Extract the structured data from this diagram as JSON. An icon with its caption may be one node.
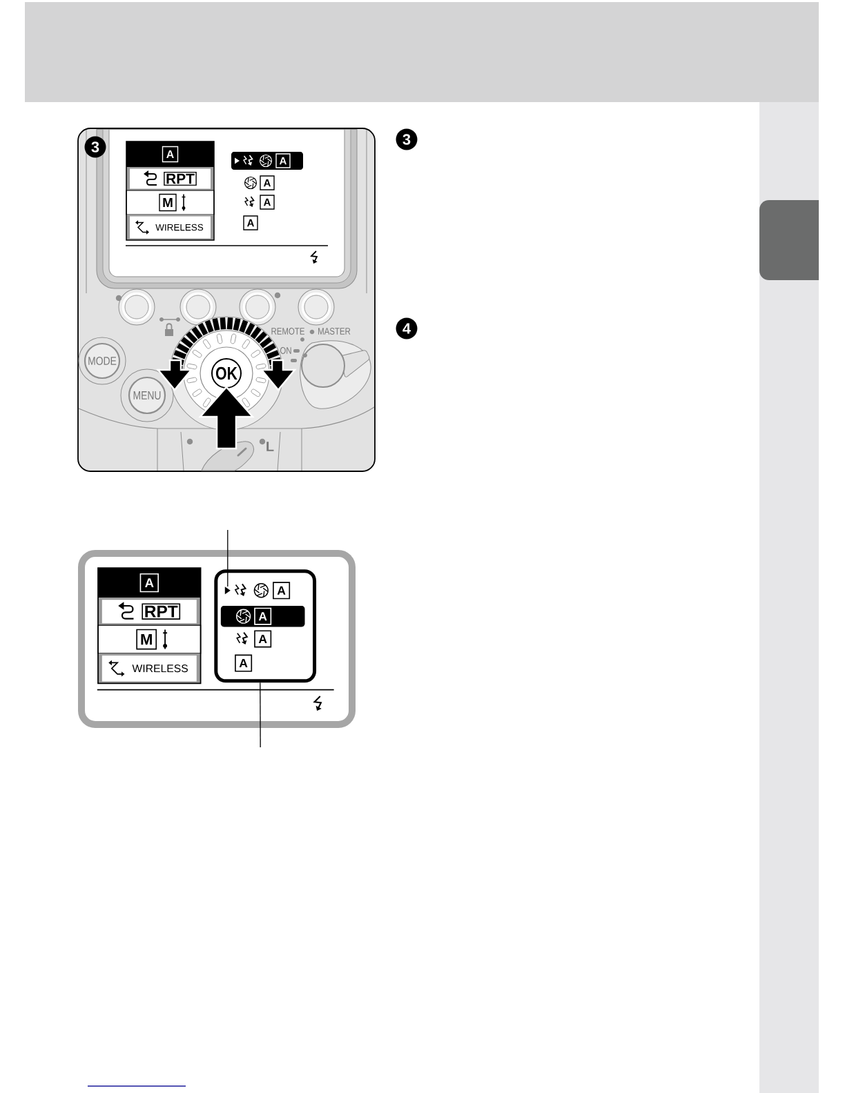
{
  "diagram": {
    "nodes": [
      {
        "text": [
          "A",
          "A",
          "A",
          "A"
        ]
      },
      {
        "text": [],
        "shape": "triangle",
        "in": 0
      }
    ],
    "edges": [
      {
        "from": null,
        "to": 1,
        "arrow": "none"
      },
      {
        "from": null,
        "to": 0,
        "arrow": "none"
      }
    ],
    "labels": [
      "3",
      "A",
      "RPT",
      "M",
      "WIRELESS",
      "A",
      "A",
      "A",
      "A",
      "REMOTE",
      "MASTER",
      "ON",
      "MODE",
      "OK",
      "MENU",
      "L",
      "3",
      "4",
      "A",
      "RPT",
      "M",
      "WIRELESS"
    ]
  }
}
